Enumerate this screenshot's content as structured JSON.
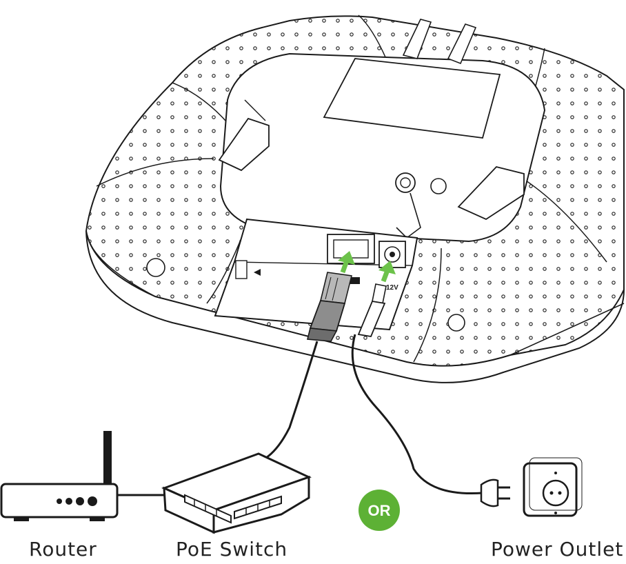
{
  "labels": {
    "router": "Router",
    "poe_switch": "PoE Switch",
    "power_outlet": "Power Outlet",
    "or": "OR",
    "port_12v": "12V"
  },
  "colors": {
    "line": "#1a1a1a",
    "arrow": "#6cc24a",
    "or_badge": "#5db135",
    "ethernet_plug": "#8d8d8d"
  },
  "icons": [
    "access-point",
    "router",
    "poe-switch",
    "power-outlet",
    "power-plug",
    "ethernet-plug",
    "dc-plug"
  ]
}
